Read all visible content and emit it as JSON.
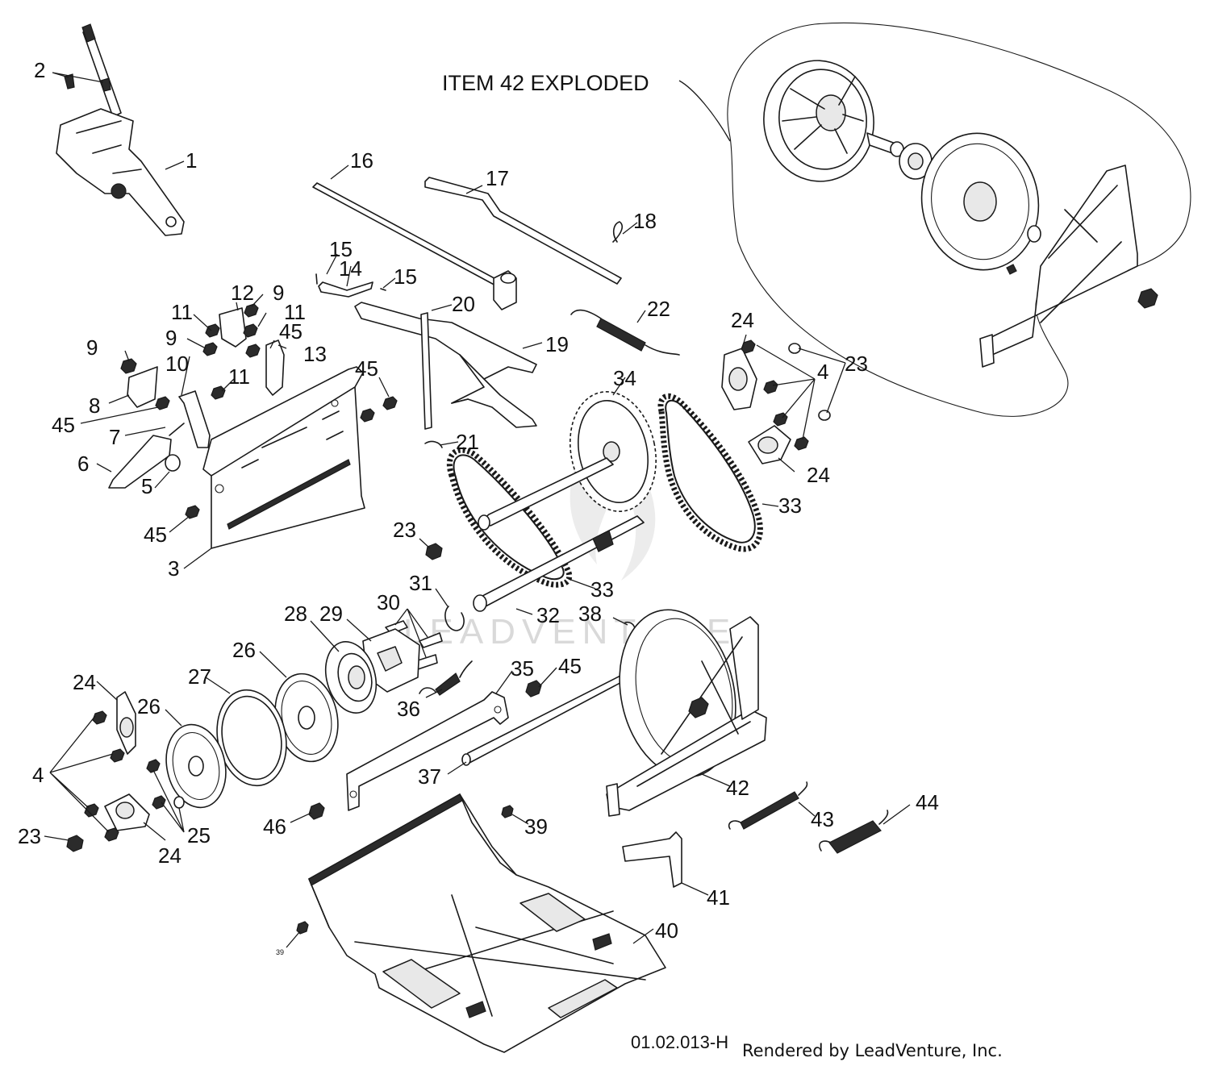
{
  "diagram": {
    "heading": "ITEM 42 EXPLODED",
    "watermark": "LEADVENTURE",
    "drawing_code": "01.02.013-H",
    "credit": "Rendered by LeadVenture, Inc.",
    "part_labels": {
      "p1": "1",
      "p2": "2",
      "p3": "3",
      "p4a": "4",
      "p4b": "4",
      "p5": "5",
      "p6": "6",
      "p7": "7",
      "p8": "8",
      "p9a": "9",
      "p9b": "9",
      "p9c": "9",
      "p10": "10",
      "p11a": "11",
      "p11b": "11",
      "p11c": "11",
      "p12": "12",
      "p13": "13",
      "p14": "14",
      "p15a": "15",
      "p15b": "15",
      "p16": "16",
      "p17": "17",
      "p18": "18",
      "p19": "19",
      "p20": "20",
      "p21": "21",
      "p22": "22",
      "p23a": "23",
      "p23b": "23",
      "p23c": "23",
      "p24a": "24",
      "p24b": "24",
      "p24c": "24",
      "p24d": "24",
      "p25": "25",
      "p26a": "26",
      "p26b": "26",
      "p27": "27",
      "p28": "28",
      "p29": "29",
      "p30": "30",
      "p31": "31",
      "p32": "32",
      "p33a": "33",
      "p33b": "33",
      "p34": "34",
      "p35": "35",
      "p36": "36",
      "p37": "37",
      "p38": "38",
      "p39a": "39",
      "p39b": "39",
      "p40": "40",
      "p41": "41",
      "p42": "42",
      "p43": "43",
      "p44": "44",
      "p45a": "45",
      "p45b": "45",
      "p45c": "45",
      "p45d": "45",
      "p46": "46"
    }
  }
}
